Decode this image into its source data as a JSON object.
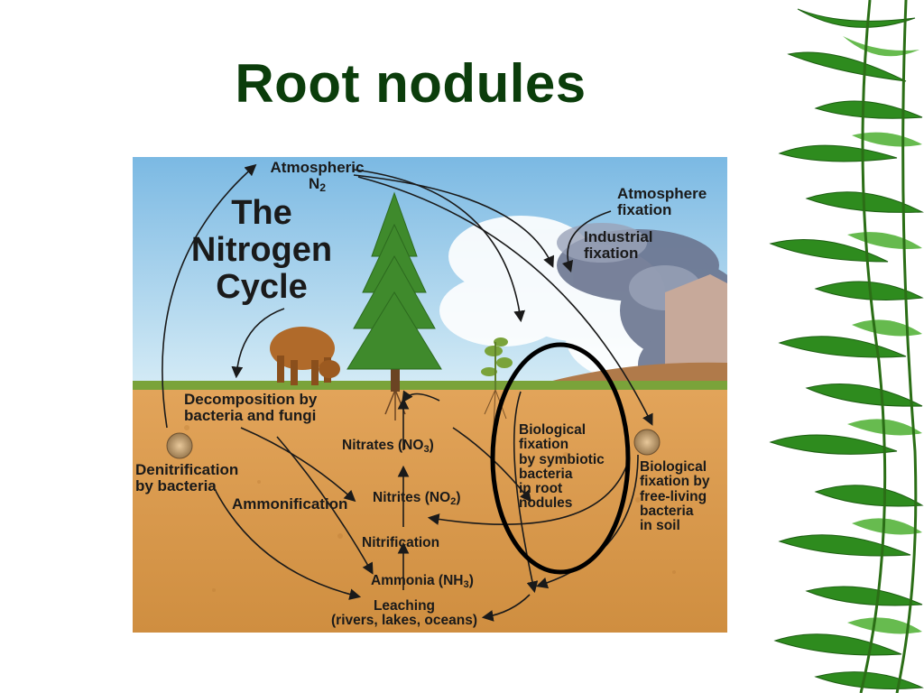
{
  "slide": {
    "title": "Root nodules"
  },
  "diagram": {
    "title_lines": [
      "The",
      "Nitrogen",
      "Cycle"
    ],
    "labels": {
      "atmospheric_1": "Atmospheric",
      "atmospheric_2": "N",
      "atmospheric_sub": "2",
      "atmosphere_fixation_1": "Atmosphere",
      "atmosphere_fixation_2": "fixation",
      "industrial_fixation_1": "Industrial",
      "industrial_fixation_2": "fixation",
      "decomposition_1": "Decomposition by",
      "decomposition_2": "bacteria and fungi",
      "denitrification_1": "Denitrification",
      "denitrification_2": "by bacteria",
      "ammonification": "Ammonification",
      "nitrates_pre": "Nitrates (NO",
      "nitrates_sub": "3",
      "nitrates_post": ")",
      "nitrites_pre": "Nitrites (NO",
      "nitrites_sub": "2",
      "nitrites_post": ")",
      "nitrification": "Nitrification",
      "ammonia_pre": "Ammonia (NH",
      "ammonia_sub": "3",
      "ammonia_post": ")",
      "leaching_1": "Leaching",
      "leaching_2": "(rivers, lakes, oceans)",
      "bio_symbiotic_1": "Biological",
      "bio_symbiotic_2": "fixation",
      "bio_symbiotic_3": "by symbiotic",
      "bio_symbiotic_4": "bacteria",
      "bio_symbiotic_5": "in root",
      "bio_symbiotic_6": "nodules",
      "bio_free_1": "Biological",
      "bio_free_2": "fixation by",
      "bio_free_3": "free-living",
      "bio_free_4": "bacteria",
      "bio_free_5": "in soil"
    }
  },
  "colors": {
    "title": "#0b3d0b",
    "sky": "#8fc4e6",
    "soil": "#d89a4c",
    "highlight_ellipse": "#000000"
  }
}
